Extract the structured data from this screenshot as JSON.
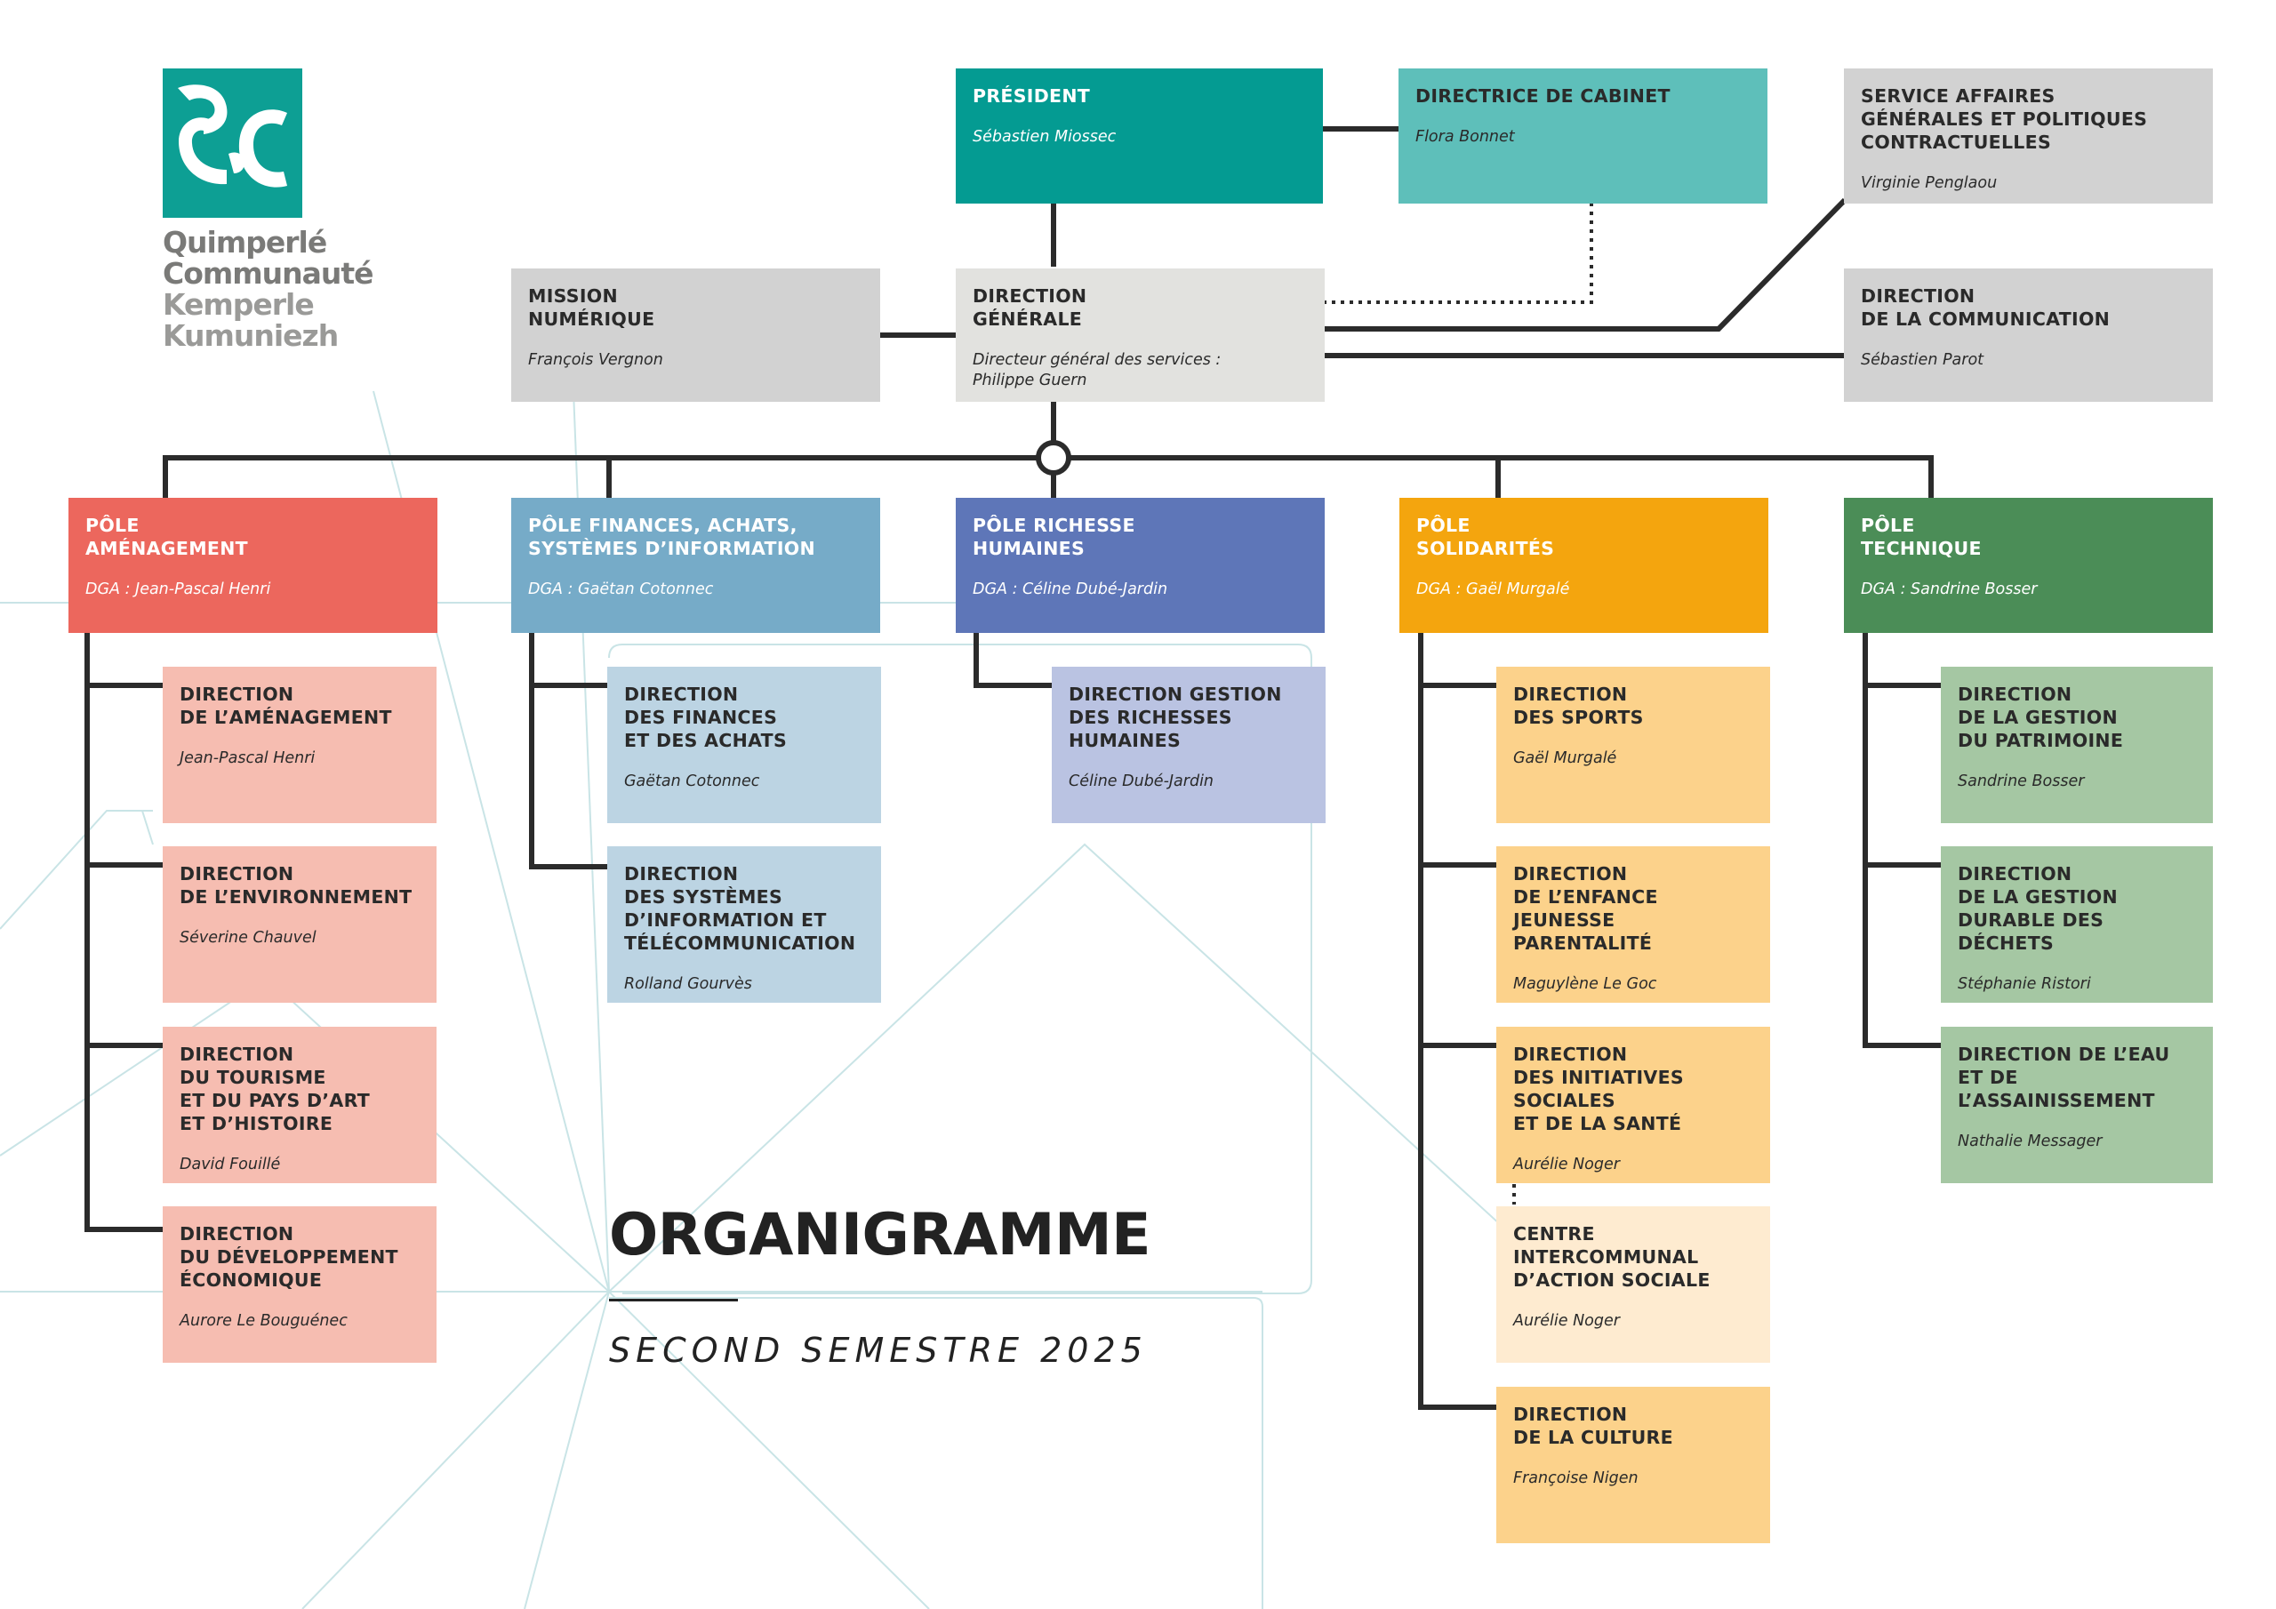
{
  "logo": {
    "lines": [
      "Quimperlé",
      "Communauté",
      "Kemperle",
      "Kumuniezh"
    ]
  },
  "heading": {
    "title": "ORGANIGRAMME",
    "subtitle": "SECOND SEMESTRE 2025"
  },
  "colors": {
    "president": "#049b92",
    "cabinet": "#5ebfba",
    "grey_dark": "#d2d2d2",
    "grey_light": "#e2e2df",
    "amenagement": "#ec675d",
    "amenagement_light": "#f6bdb1",
    "finances": "#76abc8",
    "finances_light": "#bcd4e3",
    "rh": "#5e76b8",
    "rh_light": "#bac3e2",
    "solidarites": "#f4a50e",
    "solidarites_light": "#fcd28b",
    "solidarites_pale": "#feebd0",
    "technique": "#4b8d57",
    "technique_light": "#a5c7a3",
    "connector": "#2b2b2b"
  },
  "top": {
    "president": {
      "title": "PRÉSIDENT",
      "person": "Sébastien Miossec"
    },
    "cabinet": {
      "title": "DIRECTRICE DE CABINET",
      "person": "Flora Bonnet"
    },
    "affaires": {
      "title": "SERVICE AFFAIRES\nGÉNÉRALES ET POLITIQUES\nCONTRACTUELLES",
      "person": "Virginie Penglaou"
    },
    "mission": {
      "title": "MISSION\nNUMÉRIQUE",
      "person": "François Vergnon"
    },
    "dg": {
      "title": "DIRECTION\nGÉNÉRALE",
      "person": "Directeur général des services :\nPhilippe Guern"
    },
    "communication": {
      "title": "DIRECTION\nDE LA COMMUNICATION",
      "person": "Sébastien Parot"
    }
  },
  "poles": [
    {
      "title": "PÔLE\nAMÉNAGEMENT",
      "person": "DGA : Jean-Pascal Henri",
      "directions": [
        {
          "title": "DIRECTION\nDE L’AMÉNAGEMENT",
          "person": "Jean-Pascal Henri"
        },
        {
          "title": "DIRECTION\nDE L’ENVIRONNEMENT",
          "person": "Séverine Chauvel"
        },
        {
          "title": "DIRECTION\nDU TOURISME\nET DU PAYS D’ART\nET D’HISTOIRE",
          "person": "David Fouillé"
        },
        {
          "title": "DIRECTION\nDU DÉVELOPPEMENT\nÉCONOMIQUE",
          "person": "Aurore Le Bouguénec"
        }
      ]
    },
    {
      "title": "PÔLE FINANCES, ACHATS,\nSYSTÈMES D’INFORMATION",
      "person": "DGA : Gaëtan Cotonnec",
      "directions": [
        {
          "title": "DIRECTION\nDES FINANCES\nET DES ACHATS",
          "person": "Gaëtan Cotonnec"
        },
        {
          "title": "DIRECTION\nDES SYSTÈMES\nD’INFORMATION ET\nTÉLÉCOMMUNICATION",
          "person": "Rolland Gourvès"
        }
      ]
    },
    {
      "title": "PÔLE RICHESSE\nHUMAINES",
      "person": "DGA : Céline Dubé-Jardin",
      "directions": [
        {
          "title": "DIRECTION GESTION\nDES RICHESSES\nHUMAINES",
          "person": "Céline Dubé-Jardin"
        }
      ]
    },
    {
      "title": "PÔLE\nSOLIDARITÉS",
      "person": "DGA : Gaël Murgalé",
      "directions": [
        {
          "title": "DIRECTION\nDES SPORTS",
          "person": "Gaël Murgalé"
        },
        {
          "title": "DIRECTION\nDE L’ENFANCE JEUNESSE\nPARENTALITÉ",
          "person": "Maguylène Le Goc"
        },
        {
          "title": "DIRECTION\nDES INITIATIVES\nSOCIALES\nET DE LA SANTÉ",
          "person": "Aurélie Noger"
        },
        {
          "title": "CENTRE\nINTERCOMMUNAL\nD’ACTION SOCIALE",
          "person": "Aurélie Noger"
        },
        {
          "title": "DIRECTION\nDE LA CULTURE",
          "person": "Françoise Nigen"
        }
      ]
    },
    {
      "title": "PÔLE\nTECHNIQUE",
      "person": "DGA : Sandrine Bosser",
      "directions": [
        {
          "title": "DIRECTION\nDE LA GESTION\nDU PATRIMOINE",
          "person": "Sandrine Bosser"
        },
        {
          "title": "DIRECTION\nDE LA GESTION\nDURABLE DES DÉCHETS",
          "person": "Stéphanie Ristori"
        },
        {
          "title": "DIRECTION DE L’EAU\nET DE L’ASSAINISSEMENT",
          "person": "Nathalie Messager"
        }
      ]
    }
  ]
}
